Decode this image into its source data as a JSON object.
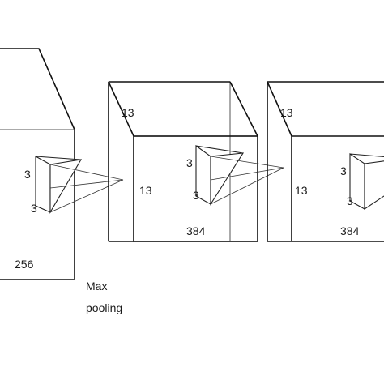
{
  "blocks": [
    {
      "name": "layer-block-1",
      "depth_label": "",
      "height_label": "",
      "channels_label": "256",
      "kernel_labels": [
        "3",
        "3"
      ]
    },
    {
      "name": "layer-block-2",
      "depth_label": "13",
      "height_label": "13",
      "channels_label": "384",
      "kernel_labels": [
        "3",
        "3"
      ]
    },
    {
      "name": "layer-block-3",
      "depth_label": "13",
      "height_label": "13",
      "channels_label": "384",
      "kernel_labels": [
        "3",
        "3"
      ]
    }
  ],
  "annotation": {
    "line1": "Max",
    "line2": "pooling"
  },
  "colors": {
    "line": "#111111",
    "text": "#1a1a1a"
  }
}
